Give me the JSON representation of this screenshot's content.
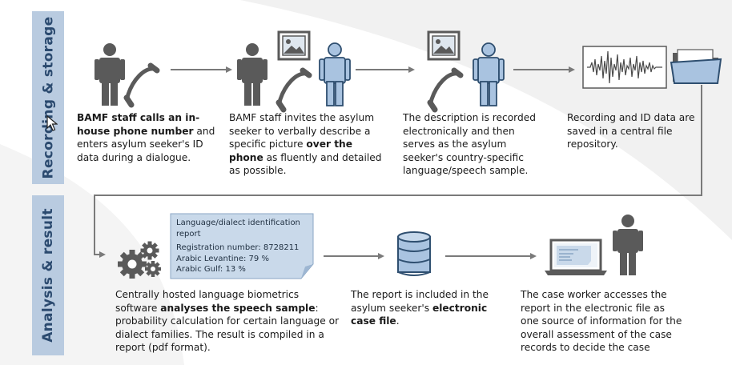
{
  "sections": {
    "recording": "Recording & storage",
    "analysis": "Analysis & result"
  },
  "steps": {
    "step1": [
      {
        "t": "BAMF staff calls an in-house phone number",
        "b": true
      },
      {
        "t": " and enters asylum seeker's ID data during a dialogue.",
        "b": false
      }
    ],
    "step2": [
      {
        "t": "BAMF staff invites the asylum seeker to verbally describe a specific picture ",
        "b": false
      },
      {
        "t": "over the phone",
        "b": true
      },
      {
        "t": " as fluently and detailed as possible.",
        "b": false
      }
    ],
    "step3": [
      {
        "t": "The description is recorded electronically and then serves as the asylum seeker's country-specific language/speech sample.",
        "b": false
      }
    ],
    "step4": [
      {
        "t": "Recording and ID data are saved in a central file repository.",
        "b": false
      }
    ],
    "step5": [
      {
        "t": "Centrally hosted language biometrics software ",
        "b": false
      },
      {
        "t": "analyses the speech sample",
        "b": true
      },
      {
        "t": ": probability calculation for certain language or dialect families. The result is compiled in a report (pdf format).",
        "b": false
      }
    ],
    "step6": [
      {
        "t": "The report is included in the asylum seeker's ",
        "b": false
      },
      {
        "t": "electronic case file",
        "b": true
      },
      {
        "t": ".",
        "b": false
      }
    ],
    "step7": [
      {
        "t": "The case worker accesses the report in the electronic file as one source of information for the overall assessment of the case records to decide the case",
        "b": false
      }
    ]
  },
  "report": {
    "title": "Language/dialect identification report",
    "registration": "Registration number: 8728211",
    "lines": [
      "Arabic Levantine: 79 %",
      "Arabic Gulf: 13 %"
    ]
  },
  "colors": {
    "label_bg": "#b9cbe0",
    "label_text": "#2b4a6f",
    "icon_dark": "#5a5a5a",
    "icon_blue": "#a9c3e0",
    "arrow": "#7a7a7a",
    "report_bg": "#c9d9ea"
  }
}
